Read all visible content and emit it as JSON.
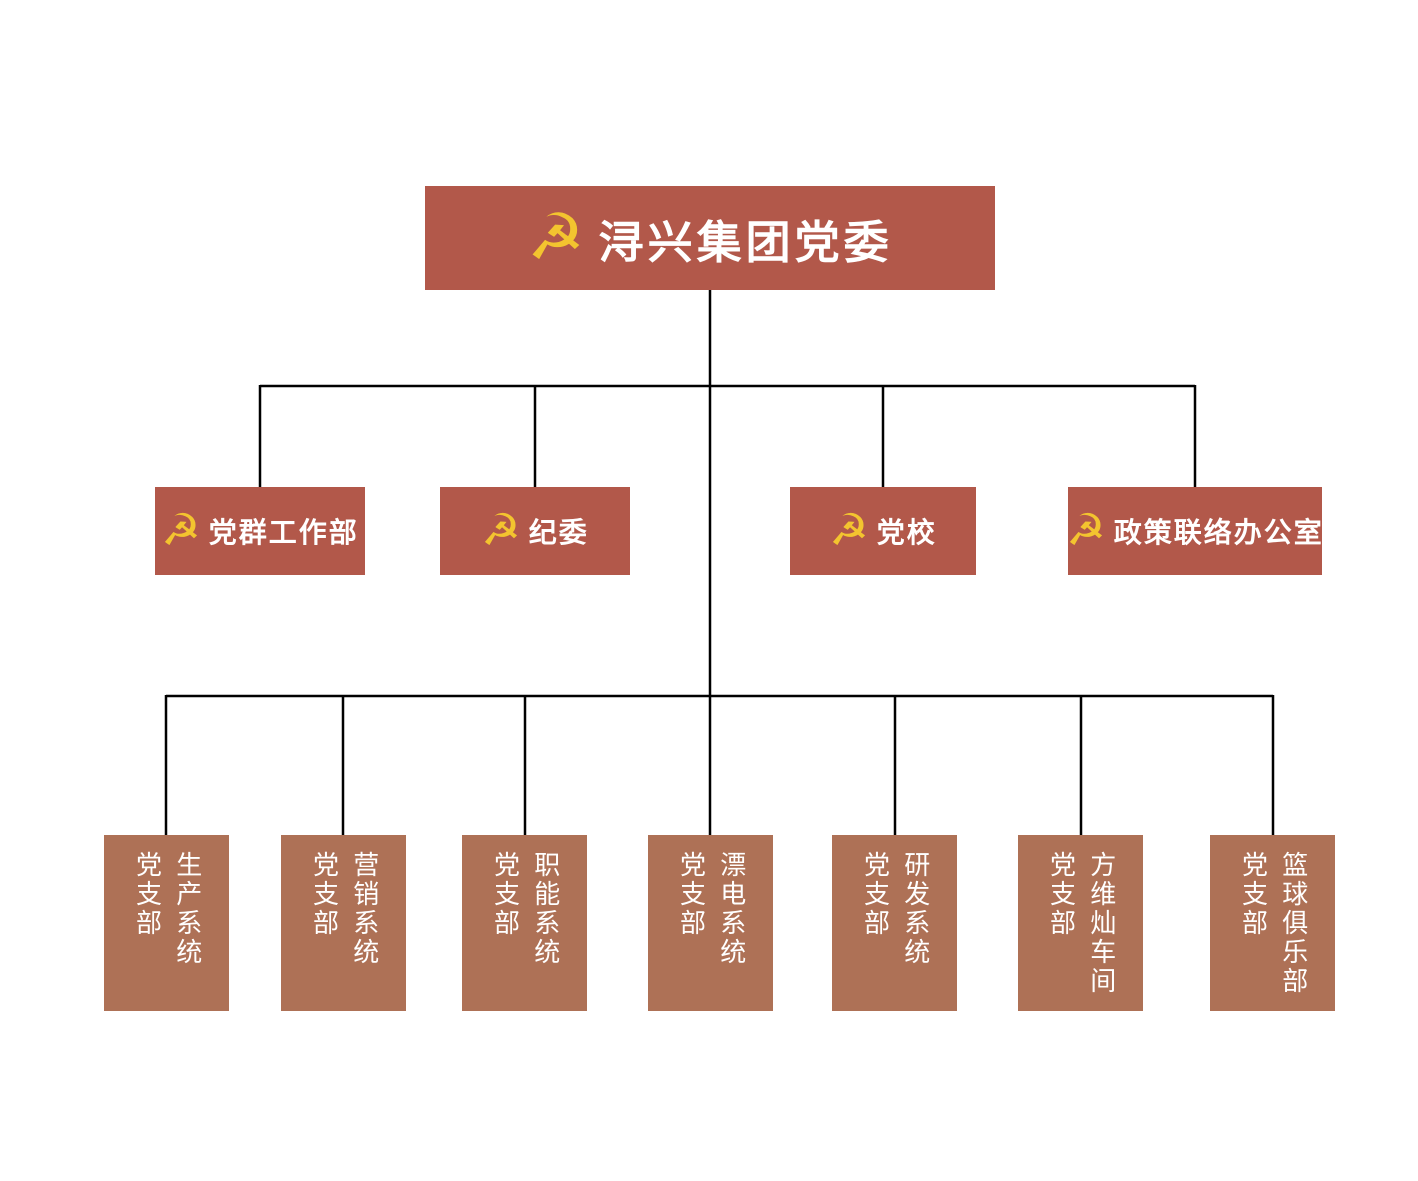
{
  "colors": {
    "primary-box": "#B2584A",
    "secondary-box": "#AE7156",
    "emblem": "#F3C42F",
    "text": "#FFFFFF",
    "line": "#000000",
    "background": "#FFFFFF"
  },
  "chart": {
    "type": "org-chart",
    "emblem_glyph": "☭",
    "root": {
      "label": "浔兴集团党委"
    },
    "departments": [
      {
        "label": "党群工作部"
      },
      {
        "label": "纪委"
      },
      {
        "label": "党校"
      },
      {
        "label": "政策联络办公室"
      }
    ],
    "branches": [
      {
        "system": "生产系统",
        "unit": "党支部"
      },
      {
        "system": "营销系统",
        "unit": "党支部"
      },
      {
        "system": "职能系统",
        "unit": "党支部"
      },
      {
        "system": "漂电系统",
        "unit": "党支部"
      },
      {
        "system": "研发系统",
        "unit": "党支部"
      },
      {
        "system": "方维灿车间",
        "unit": "党支部"
      },
      {
        "system": "篮球俱乐部",
        "unit": "党支部"
      }
    ]
  }
}
